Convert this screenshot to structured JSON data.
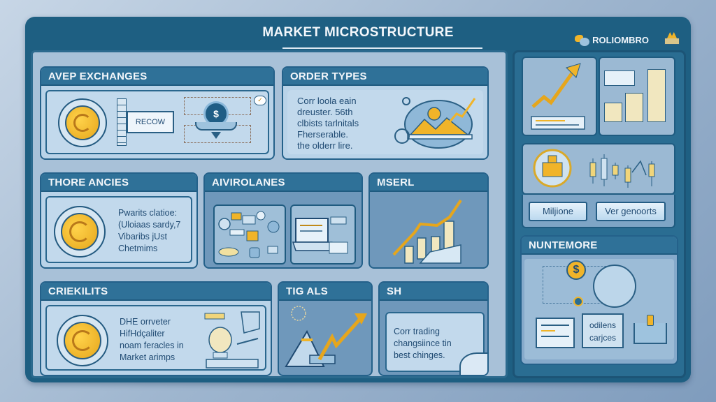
{
  "header": {
    "title": "MARKET MICROSTRUCTURE",
    "logo_text": "ROLIOMBRO"
  },
  "cards": {
    "exchanges": {
      "title": "AVEP EXCHANGES",
      "box_label": "RECOW",
      "icon_symbol": "$"
    },
    "order_types": {
      "title": "ORDER TYPES",
      "lines": [
        "Corr loola eain",
        "dreuster. 56th",
        "clbists tarlnitals",
        "Fherserable.",
        "the olderr lire."
      ]
    },
    "agencies": {
      "title": "THORE ANCIES",
      "lines": [
        "Pwarits clatioe:",
        "(Uloiaas sardy,7",
        "Vibaribs jUst",
        "Chetmims"
      ]
    },
    "avirolanes": {
      "title": "AIVIROLANES"
    },
    "mserl": {
      "title": "MSERL"
    },
    "crieklits": {
      "title": "CRIEKILITS",
      "lines": [
        "DHE orrveter",
        "HifHdçaliter",
        "noam feracles in",
        "Market arimps"
      ]
    },
    "tig_als": {
      "title": "TIG ALS"
    },
    "sh": {
      "title": "SH",
      "lines": [
        "Corr trading",
        "changsiince tin",
        "best chinges."
      ]
    }
  },
  "right_column": {
    "buttons": [
      {
        "label": "Miljione"
      },
      {
        "label": "Ver genoorts"
      }
    ],
    "section": {
      "title": "NUNTEMORE",
      "dollar_symbol": "$",
      "box_lines": [
        "odilens",
        "carjces"
      ]
    }
  },
  "colors": {
    "frame": "#1e5f82",
    "card_header": "#2f7198",
    "card_body": "#c2d9ec",
    "accent_gold": "#f0b429",
    "text_dark": "#1f4a72"
  }
}
